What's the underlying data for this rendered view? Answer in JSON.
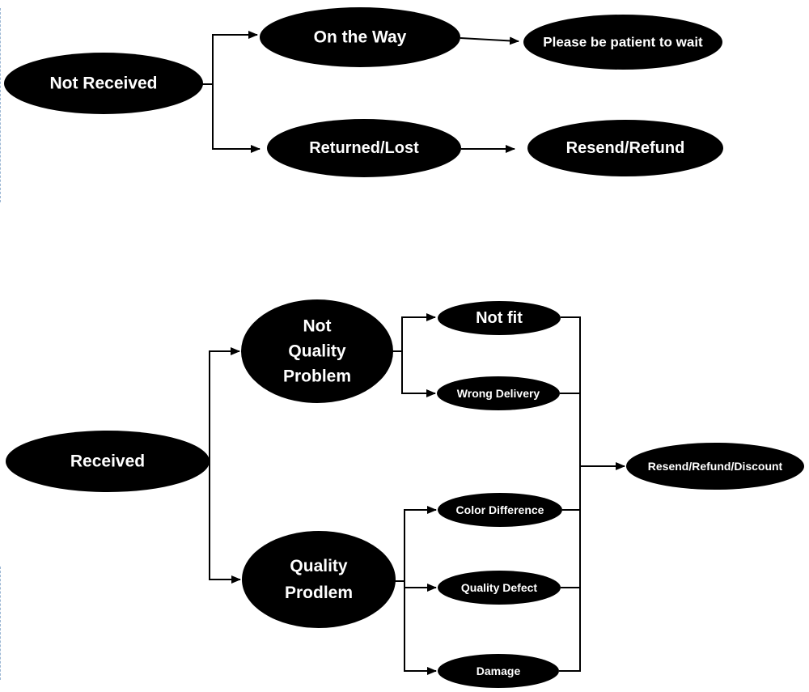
{
  "diagram": {
    "nodes": [
      {
        "id": "not-received",
        "lines": [
          "Not Received"
        ]
      },
      {
        "id": "on-the-way",
        "lines": [
          "On the Way"
        ]
      },
      {
        "id": "please-wait",
        "lines": [
          "Please be patient to wait"
        ]
      },
      {
        "id": "returned-lost",
        "lines": [
          "Returned/Lost"
        ]
      },
      {
        "id": "resend-refund",
        "lines": [
          "Resend/Refund"
        ]
      },
      {
        "id": "received",
        "lines": [
          "Received"
        ]
      },
      {
        "id": "not-quality-problem",
        "lines": [
          "Not",
          "Quality",
          "Problem"
        ]
      },
      {
        "id": "quality-problem",
        "lines": [
          "Quality",
          "Prodlem"
        ]
      },
      {
        "id": "not-fit",
        "lines": [
          "Not fit"
        ]
      },
      {
        "id": "wrong-delivery",
        "lines": [
          "Wrong Delivery"
        ]
      },
      {
        "id": "color-difference",
        "lines": [
          "Color Difference"
        ]
      },
      {
        "id": "quality-defect",
        "lines": [
          "Quality Defect"
        ]
      },
      {
        "id": "damage",
        "lines": [
          "Damage"
        ]
      },
      {
        "id": "resend-refund-discount",
        "lines": [
          "Resend/Refund/Discount"
        ]
      }
    ],
    "edges": [
      {
        "from": "not-received",
        "to": "on-the-way"
      },
      {
        "from": "not-received",
        "to": "returned-lost"
      },
      {
        "from": "on-the-way",
        "to": "please-wait"
      },
      {
        "from": "returned-lost",
        "to": "resend-refund"
      },
      {
        "from": "received",
        "to": "not-quality-problem"
      },
      {
        "from": "received",
        "to": "quality-problem"
      },
      {
        "from": "not-quality-problem",
        "to": "not-fit"
      },
      {
        "from": "not-quality-problem",
        "to": "wrong-delivery"
      },
      {
        "from": "quality-problem",
        "to": "color-difference"
      },
      {
        "from": "quality-problem",
        "to": "quality-defect"
      },
      {
        "from": "quality-problem",
        "to": "damage"
      },
      {
        "from": "not-fit",
        "to": "resend-refund-discount"
      },
      {
        "from": "wrong-delivery",
        "to": "resend-refund-discount"
      },
      {
        "from": "color-difference",
        "to": "resend-refund-discount"
      },
      {
        "from": "quality-defect",
        "to": "resend-refund-discount"
      },
      {
        "from": "damage",
        "to": "resend-refund-discount"
      }
    ]
  }
}
